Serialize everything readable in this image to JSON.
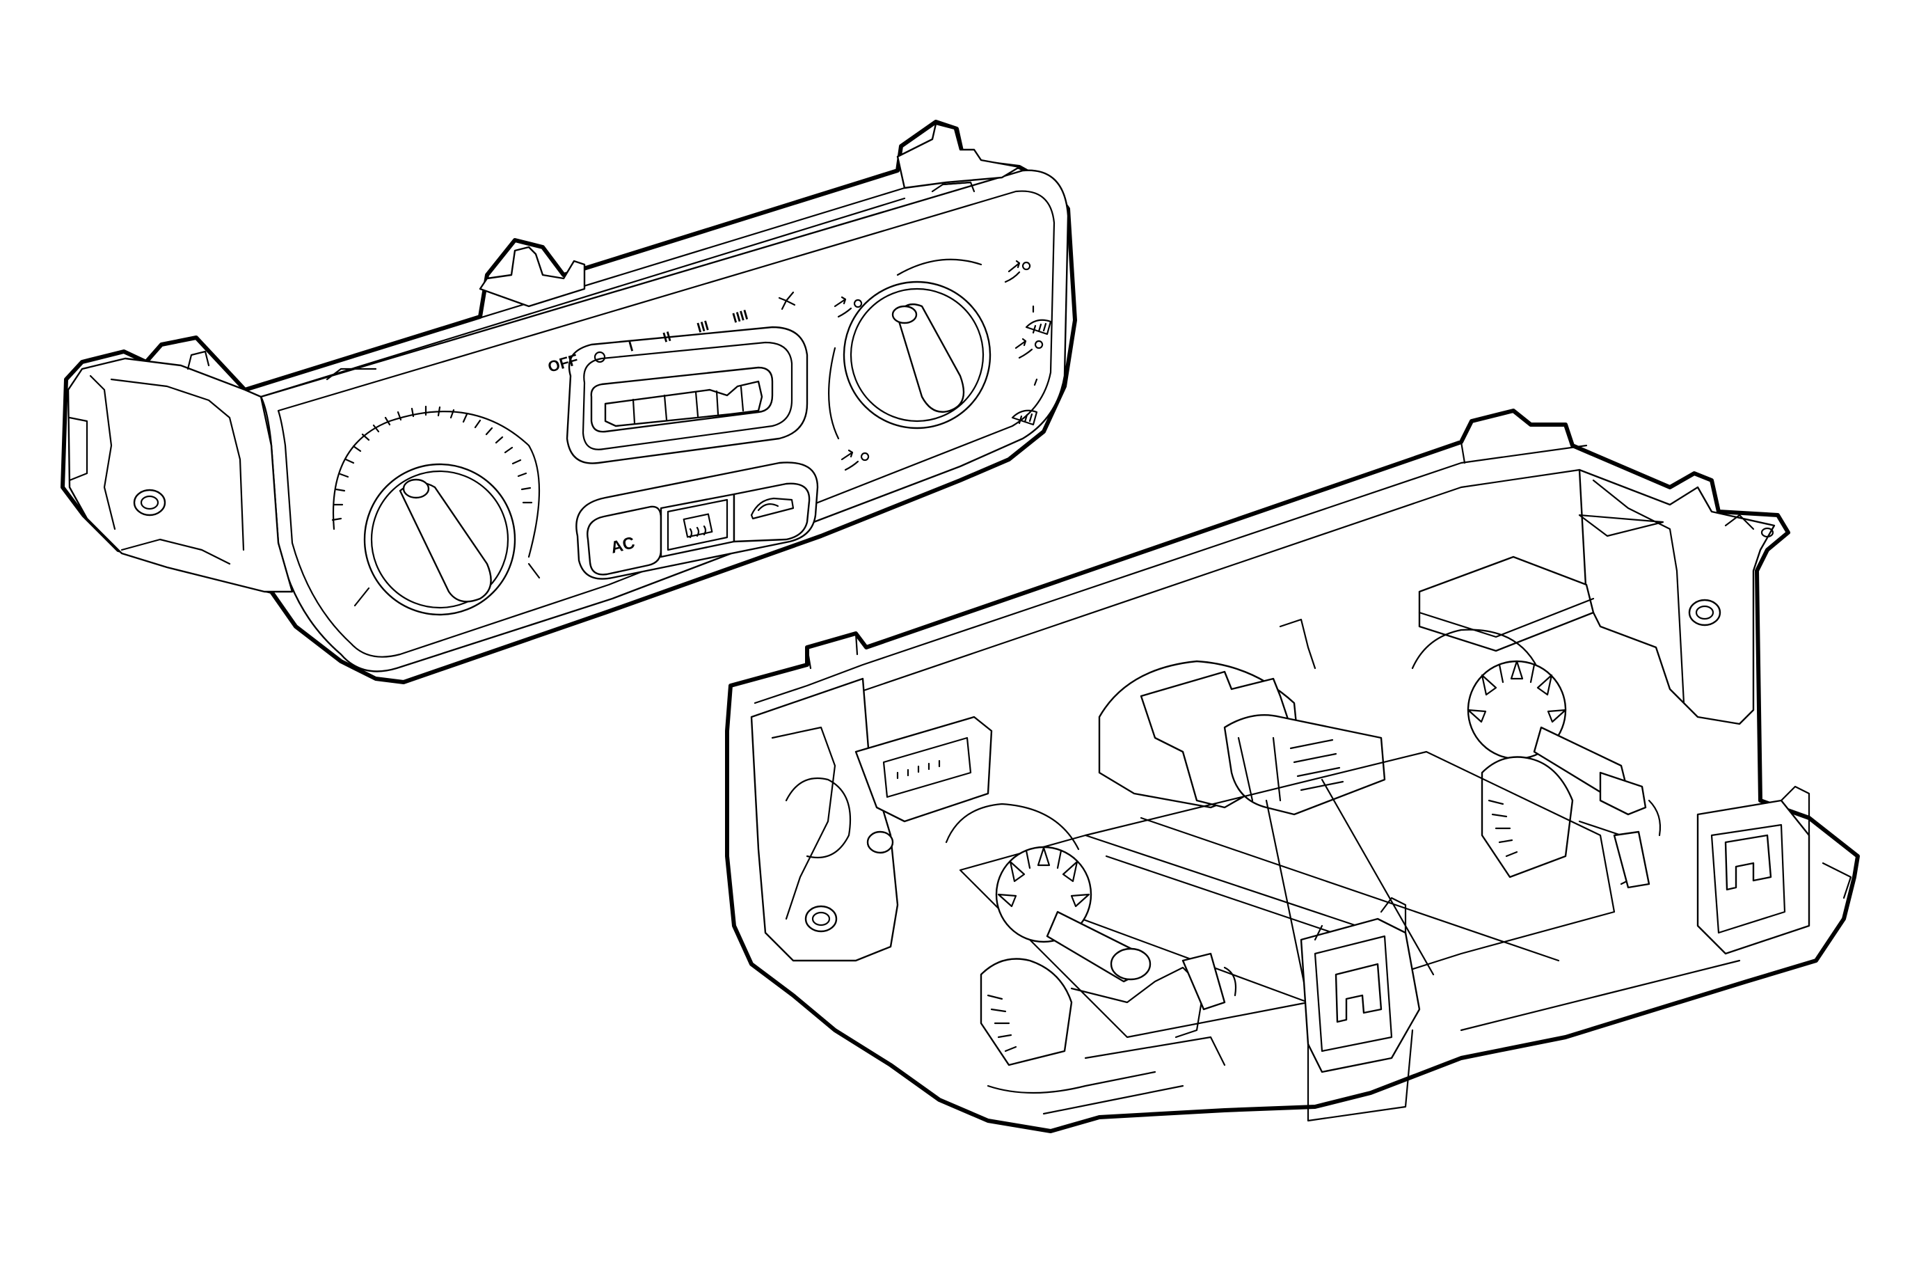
{
  "front_panel": {
    "labels": {
      "off": "OFF",
      "ac": "AC"
    },
    "fan_speed_marks": [
      "I",
      "II",
      "III",
      "IIII"
    ],
    "icons": [
      "rear-defrost-icon",
      "recirculation-icon",
      "windshield-defrost-icon",
      "vent-airflow-icon",
      "fan-icon"
    ]
  },
  "colors": {
    "line": "#000000",
    "background": "#ffffff"
  }
}
